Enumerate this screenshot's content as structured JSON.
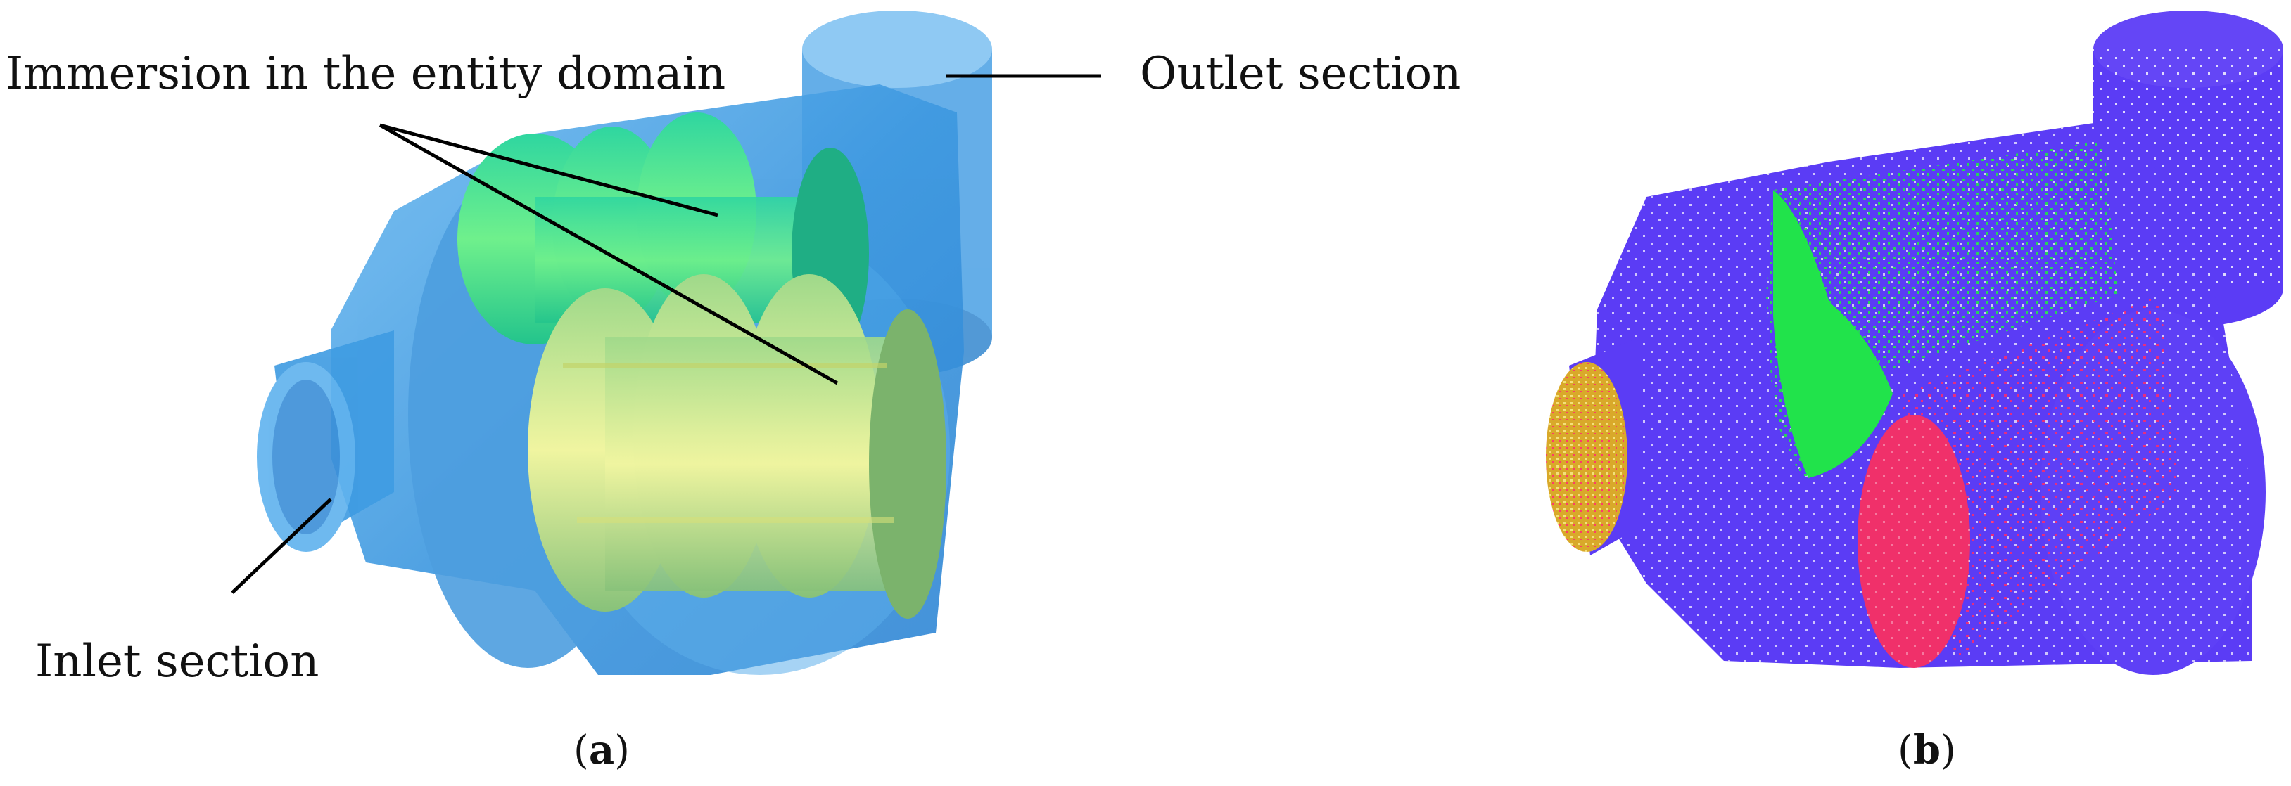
{
  "panel_a": {
    "labels": {
      "immersion": "Immersion in the entity domain",
      "outlet": "Outlet section",
      "inlet": "Inlet section"
    },
    "caption_letter": "a",
    "colors": {
      "housing": "#4aa3e6",
      "rotor_top": "#3de08a",
      "rotor_bottom": "#b8e07a"
    }
  },
  "panel_b": {
    "caption_letter": "b",
    "colors": {
      "body": "#5b3cf5",
      "inlet_face": "#e0b030",
      "green_region": "#22e04a",
      "red_region": "#f0306a",
      "dots": "#ffffff"
    }
  }
}
